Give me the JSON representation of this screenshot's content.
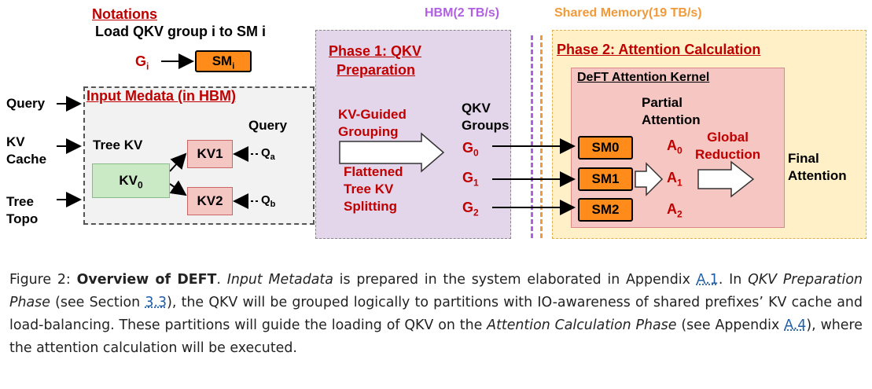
{
  "notations": {
    "title": "Notations",
    "desc": "Load QKV group i to SM i",
    "g": "G",
    "g_sub": "i",
    "sm": "SM",
    "sm_sub": "i"
  },
  "bandwidth": {
    "hbm": "HBM(2 TB/s)",
    "shared": "Shared Memory(19 TB/s)"
  },
  "inputs": {
    "query": "Query",
    "kv1": "KV",
    "kv2": "Cache",
    "tree1": "Tree",
    "tree2": "Topo"
  },
  "metadata": {
    "title": "Input Medata (in HBM)",
    "tree_kv": "Tree KV",
    "query": "Query",
    "kv0": "KV",
    "kv0_sub": "0",
    "kv1": "KV1",
    "kv2": "KV2",
    "qa": "Q",
    "qa_sub": "a",
    "qb": "Q",
    "qb_sub": "b"
  },
  "phase1": {
    "title1": "Phase 1: QKV",
    "title2": "Preparation",
    "grp1": "KV-Guided",
    "grp2": "Grouping",
    "flat1": "Flattened",
    "flat2": "Tree KV",
    "flat3": "Splitting",
    "qkv1": "QKV",
    "qkv2": "Groups",
    "g0": "G",
    "g0s": "0",
    "g1": "G",
    "g1s": "1",
    "g2": "G",
    "g2s": "2"
  },
  "phase2": {
    "title": "Phase 2: Attention Calculation",
    "kernel": "DeFT Attention Kernel",
    "partial1": "Partial",
    "partial2": "Attention",
    "sm0": "SM0",
    "sm1": "SM1",
    "sm2": "SM2",
    "a0": "A",
    "a0s": "0",
    "a1": "A",
    "a1s": "1",
    "a2": "A",
    "a2s": "2",
    "global1": "Global",
    "global2": "Reduction",
    "final1": "Final",
    "final2": "Attention"
  },
  "caption": {
    "fig": "Figure 2:",
    "bold": "Overview of DEFT",
    "s1": ". ",
    "im": "Input Metadata",
    "s2": " is prepared in the system elaborated in Appendix ",
    "l1": "A.1",
    "s3": ". In ",
    "qkv": "QKV Preparation Phase",
    "s4": " (see Section ",
    "l2": "3.3",
    "s5": "), the QKV will be grouped logically to partitions with IO-awareness of shared prefixes’ KV cache and load-balancing. These partitions will guide the loading of QKV on the ",
    "acp": "Attention Calculation Phase",
    "s6": " (see Appendix ",
    "l3": "A.4",
    "s7": "), where the attention calculation will be executed."
  },
  "colors": {
    "sm": "#ff8c1a",
    "kv": "#f4c7c3",
    "kv0": "#c9eac4",
    "phase1": "#e3d6ea",
    "phase2": "#fff0c8",
    "kernel": "#f6c6c2",
    "red": "#c00000",
    "hbm": "#b060e0",
    "shared": "#f09a3a"
  }
}
